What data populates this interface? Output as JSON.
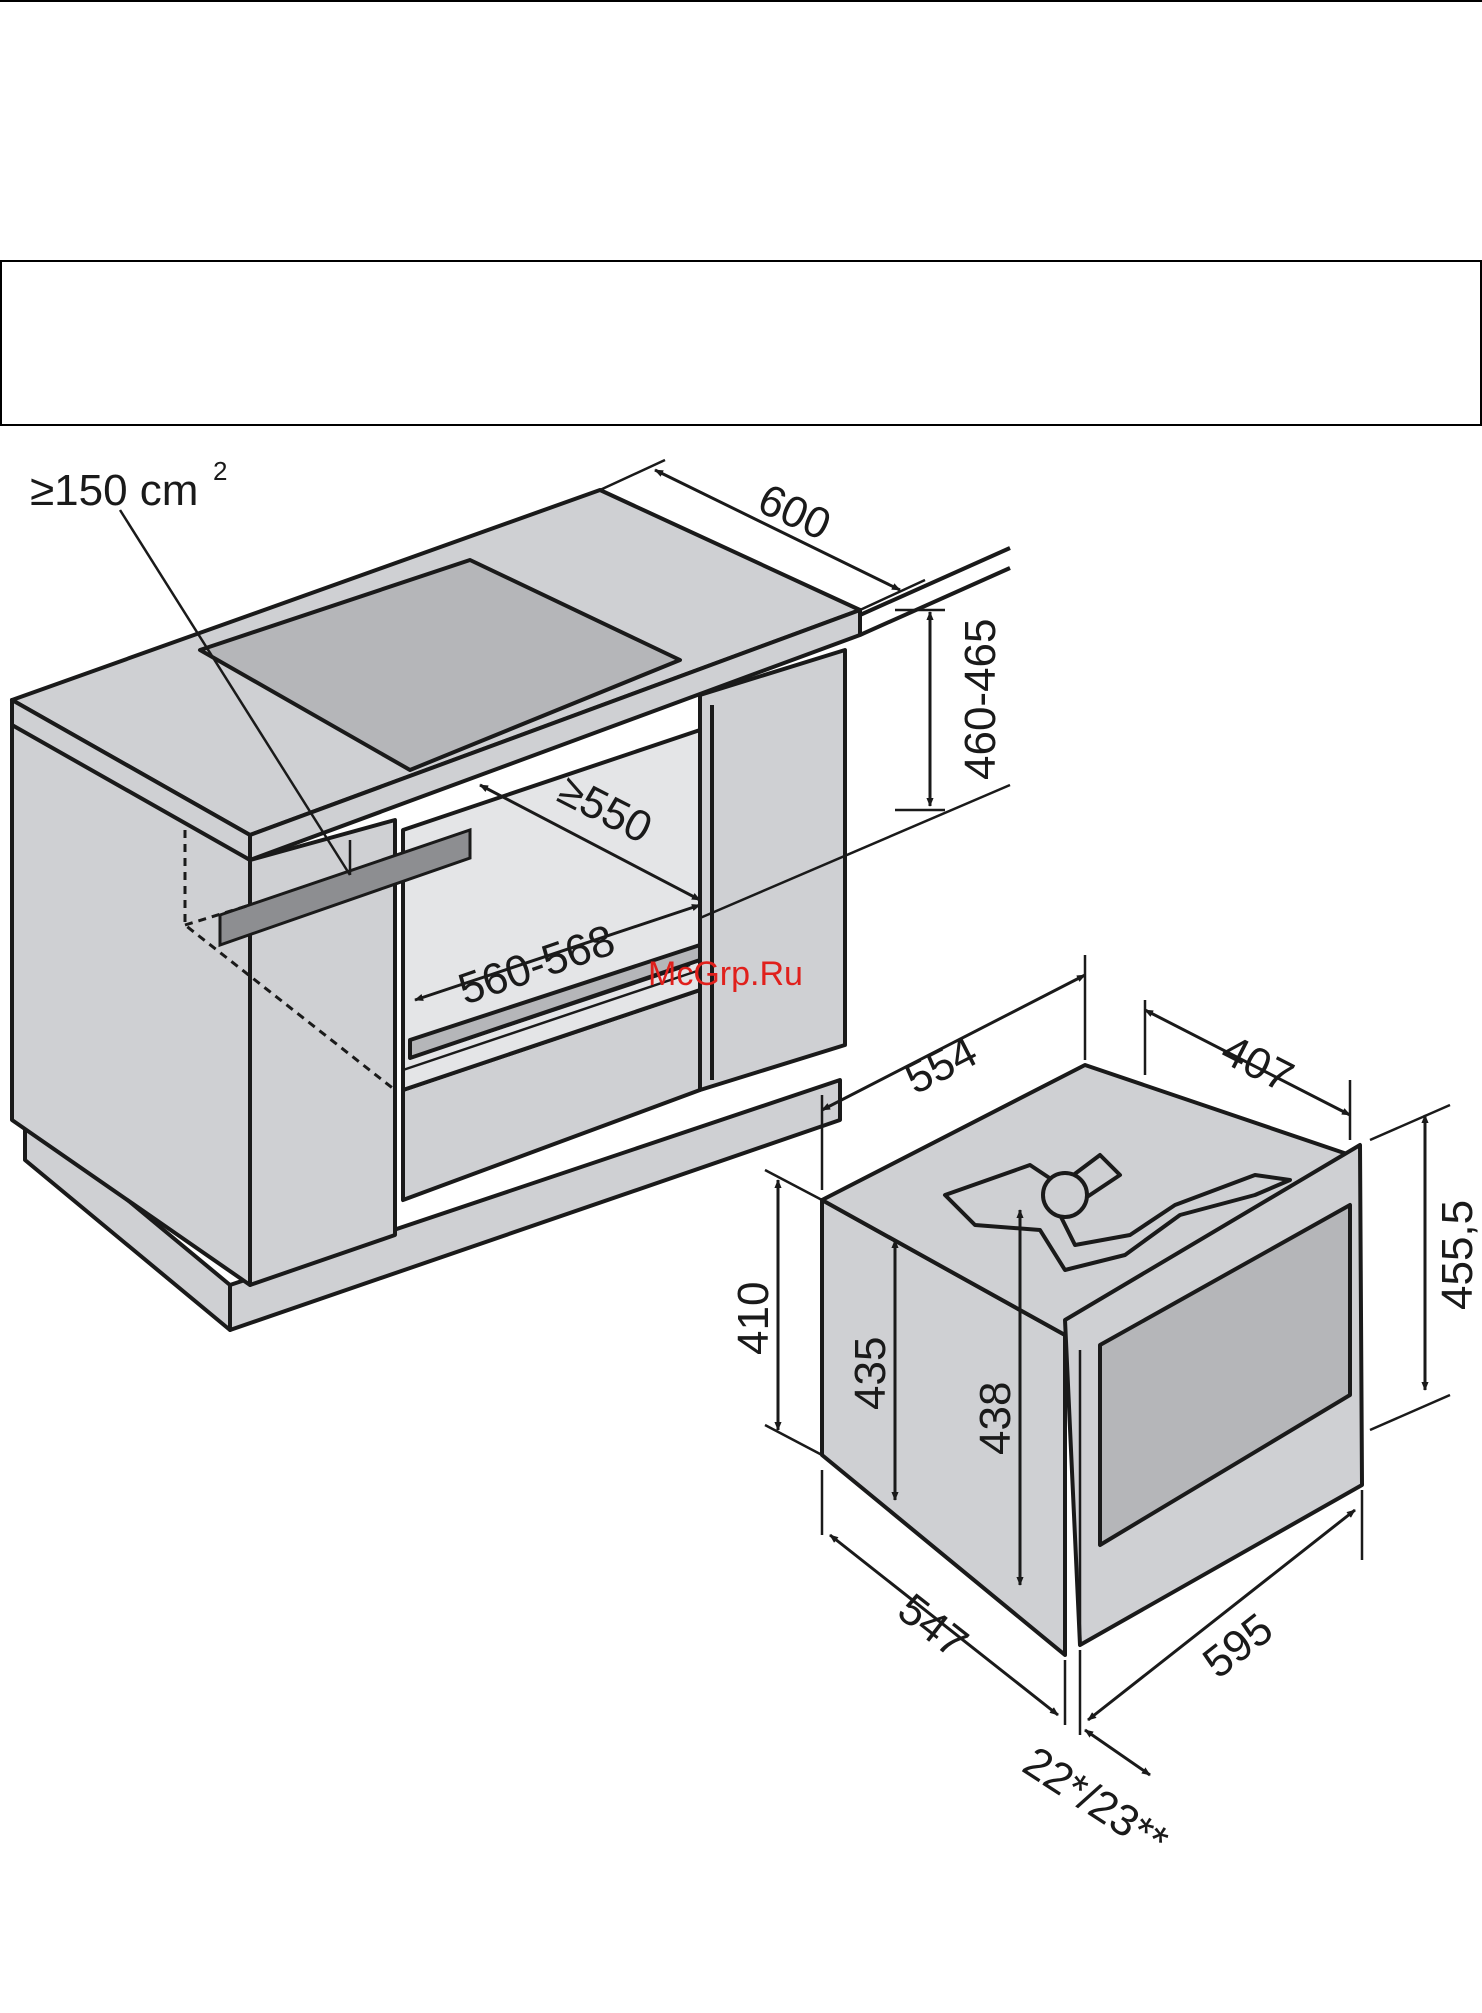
{
  "diagram": {
    "labels": {
      "vent_area": "≥150 cm",
      "vent_area_exp": "2",
      "depth_600": "600",
      "height_460_465": "460-465",
      "depth_550": "≥550",
      "width_560_568": "560-568",
      "width_554": "554",
      "depth_407": "407",
      "height_455_5": "455,5",
      "height_410": "410",
      "height_435": "435",
      "height_438": "438",
      "depth_547": "547",
      "width_595": "595",
      "front_22_23": "22*/23**"
    },
    "watermark": "McGrp.Ru",
    "colors": {
      "line": "#1a1a1a",
      "panel": "#cfd0d3",
      "watermark": "#e0201c"
    }
  }
}
